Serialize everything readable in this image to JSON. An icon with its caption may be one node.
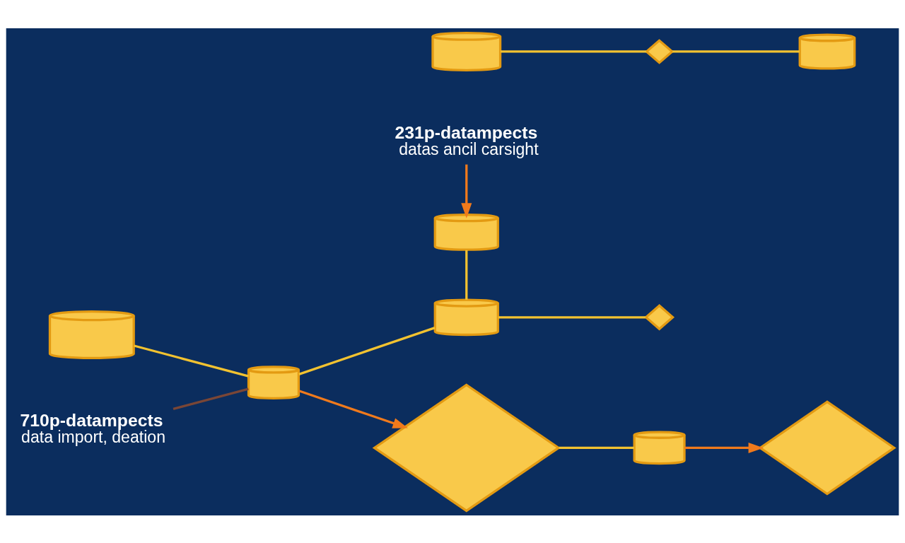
{
  "diagram": {
    "nodes": [
      {
        "text": [
          "231p-datampects",
          "datas ancil carsight"
        ]
      },
      {
        "text": [],
        "shape": "cylinder"
      },
      {
        "text": [],
        "shape": "cylinder"
      },
      {
        "text": [],
        "shape": "cylinder"
      },
      {
        "text": [],
        "shape": "cylinder"
      },
      {
        "text": [
          "710p-datampects",
          "data import, deation"
        ]
      },
      {
        "text": [],
        "shape": "diamond"
      },
      {
        "text": [],
        "shape": "diamond"
      },
      {
        "text": [],
        "shape": "cylinder"
      },
      {
        "text": [],
        "shape": "diamond"
      },
      {
        "text": [],
        "shape": "cylinder"
      },
      {
        "text": [],
        "shape": "diamond"
      },
      {
        "text": [],
        "shape": "cylinder"
      }
    ],
    "edges": [
      {
        "from": 0,
        "to": 1,
        "arrow": "to",
        "color": "#f07a1c"
      },
      {
        "from": 1,
        "to": 2,
        "arrow": "none"
      },
      {
        "from": 3,
        "to": 4,
        "arrow": "none"
      },
      {
        "from": 4,
        "to": 2,
        "arrow": "none"
      },
      {
        "from": 5,
        "to": 4,
        "arrow": "none",
        "color": "#7a4636"
      },
      {
        "from": 4,
        "to": 7,
        "arrow": "to",
        "color": "#f07a1c"
      },
      {
        "from": 2,
        "to": 6,
        "arrow": "none"
      },
      {
        "from": 7,
        "to": 8,
        "arrow": "none"
      },
      {
        "from": 8,
        "to": 9,
        "arrow": "to",
        "color": "#f07a1c"
      },
      {
        "from": 10,
        "to": 11,
        "arrow": "none"
      },
      {
        "from": 11,
        "to": 12,
        "arrow": "none"
      }
    ]
  }
}
